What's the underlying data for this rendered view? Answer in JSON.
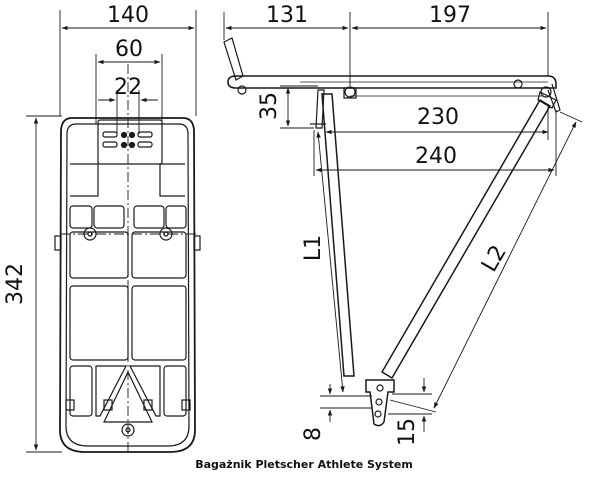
{
  "caption": "Bagażnik Pletscher Athlete System",
  "top_view": {
    "width_label": "140",
    "inner_width_label": "60",
    "slot_width_label": "22",
    "length_label": "342"
  },
  "side_view": {
    "front_length_label": "131",
    "rear_length_label": "197",
    "height_offset_label": "35",
    "span_230_label": "230",
    "span_240_label": "240",
    "strut_1_label": "L1",
    "strut_2_label": "L2",
    "bottom_offset_label": "8",
    "mount_offset_label": "15"
  },
  "colors": {
    "line": "#1a1a1a",
    "background": "#ffffff"
  }
}
